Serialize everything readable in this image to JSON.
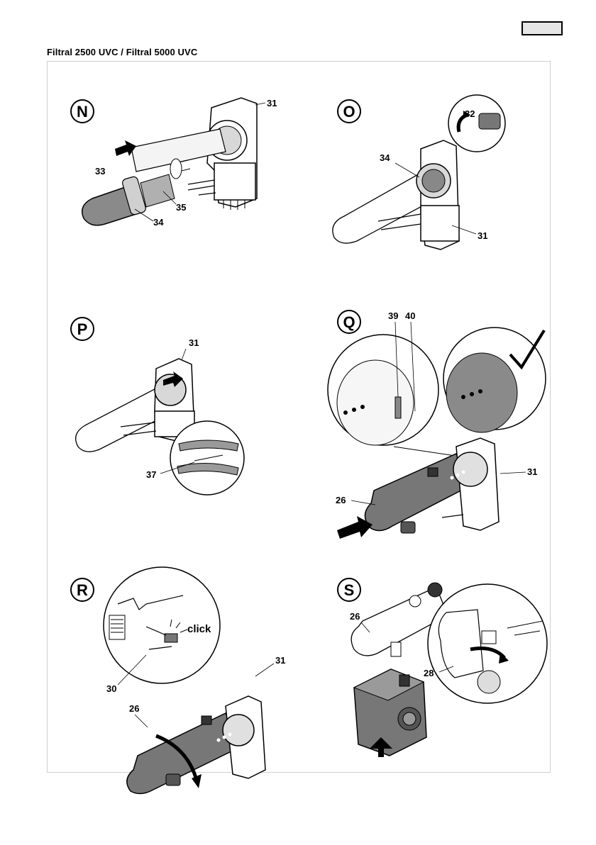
{
  "header": {
    "title": "Filtral 2500 UVC / Filtral 5000 UVC",
    "language_box": ""
  },
  "steps": {
    "N": {
      "letter": "N",
      "labels": {
        "a": "31",
        "b": "33",
        "c": "35",
        "d": "34"
      }
    },
    "O": {
      "letter": "O",
      "labels": {
        "a": "32",
        "b": "34",
        "c": "31"
      }
    },
    "P": {
      "letter": "P",
      "labels": {
        "a": "31",
        "b": "37"
      }
    },
    "Q": {
      "letter": "Q",
      "labels": {
        "a": "39",
        "b": "40",
        "c": "31",
        "d": "26"
      }
    },
    "R": {
      "letter": "R",
      "labels": {
        "a": "click",
        "b": "31",
        "c": "30",
        "d": "26"
      }
    },
    "S": {
      "letter": "S",
      "labels": {
        "a": "26",
        "b": "28"
      }
    }
  },
  "colors": {
    "outline": "#000000",
    "dark_grey": "#7a7a7a",
    "mid_grey": "#a8a8a8",
    "light_grey": "#e8e8e8",
    "frame": "#cfcfcf"
  }
}
